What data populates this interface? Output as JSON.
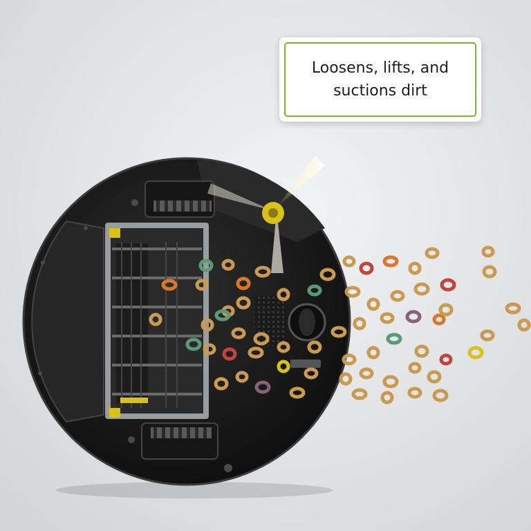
{
  "callout": {
    "line1": "Loosens, lifts, and",
    "line2": "suctions dirt"
  },
  "colors": {
    "callout_border": "#7ab828",
    "background": "#e7e9ea",
    "robot_body": "#1c1c1c",
    "brush_yellow": "#d8c21a",
    "cereal_tan": "#c99a50",
    "cereal_orange": "#d9782a",
    "cereal_green": "#5a9a78",
    "cereal_red": "#c0453c",
    "cereal_purple": "#8a6078"
  },
  "scene": {
    "subject": "robot-vacuum-underside",
    "debris": "cereal-rings"
  }
}
